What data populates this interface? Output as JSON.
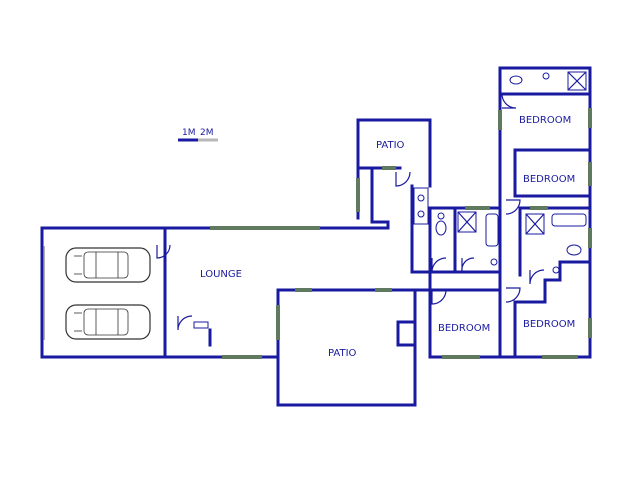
{
  "scale_bar": {
    "labels": [
      "1M",
      "2M"
    ],
    "color_primary": "#1a1aa0",
    "color_secondary": "#b8b8b8"
  },
  "rooms": {
    "lounge": "LOUNGE",
    "patio_top": "PATIO",
    "patio_main": "PATIO",
    "bedroom_1": "BEDROOM",
    "bedroom_2": "BEDROOM",
    "bedroom_3": "BEDROOM",
    "bedroom_4": "BEDROOM"
  },
  "colors": {
    "wall": "#1a1aa0",
    "window": "#607a60",
    "car": "#333333"
  },
  "garage": {
    "vehicles": 2,
    "icon": "car-icon"
  }
}
